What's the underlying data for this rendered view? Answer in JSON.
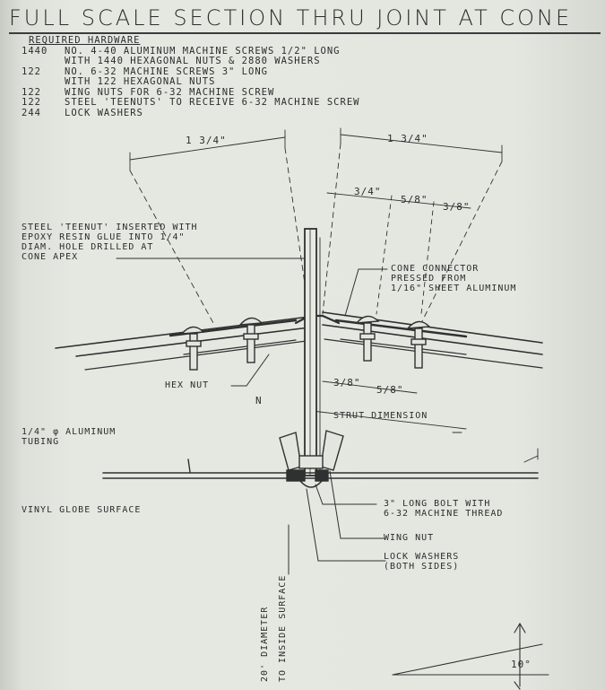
{
  "title": "FULL SCALE SECTION THRU JOINT AT CONE",
  "hardware": {
    "heading": "REQUIRED HARDWARE",
    "rows": [
      {
        "qty": "1440",
        "desc": "NO. 4-40 ALUMINUM MACHINE SCREWS 1/2\" LONG\nWITH 1440 HEXAGONAL NUTS & 2880 WASHERS"
      },
      {
        "qty": "122",
        "desc": "NO. 6-32 MACHINE SCREWS 3\" LONG\nWITH 122 HEXAGONAL NUTS"
      },
      {
        "qty": "122",
        "desc": "WING NUTS FOR 6-32 MACHINE SCREW"
      },
      {
        "qty": "122",
        "desc": "STEEL 'TEENUTS' TO RECEIVE 6-32 MACHINE SCREW"
      },
      {
        "qty": "244",
        "desc": "LOCK WASHERS"
      }
    ]
  },
  "dimensions": {
    "left_span": "1 3/4\"",
    "right_span": "1 3/4\"",
    "upper_a": "3/4\"",
    "upper_b": "5/8\"",
    "upper_c": "3/8\"",
    "lower_a": "3/8\"",
    "lower_b": "5/8\"",
    "small_n": "N",
    "angle": "10°"
  },
  "labels": {
    "teenut": "STEEL 'TEENUT' INSERTED WITH\nEPOXY RESIN GLUE INTO 1/4\"\nDIAM. HOLE DRILLED AT\nCONE APEX",
    "cone_connector": "CONE CONNECTOR\nPRESSED FROM\n1/16\" SHEET ALUMINUM",
    "hex_nut": "HEX NUT",
    "strut_dimension": "STRUT DIMENSION",
    "tubing": "1/4\" φ ALUMINUM\nTUBING",
    "vinyl": "VINYL GLOBE SURFACE",
    "bolt": "3\" LONG BOLT WITH\n6-32 MACHINE THREAD",
    "wing_nut": "WING NUT",
    "lock_washers": "LOCK WASHERS\n(BOTH SIDES)",
    "diameter": "20' DIAMETER",
    "inside": "TO INSIDE SURFACE"
  }
}
